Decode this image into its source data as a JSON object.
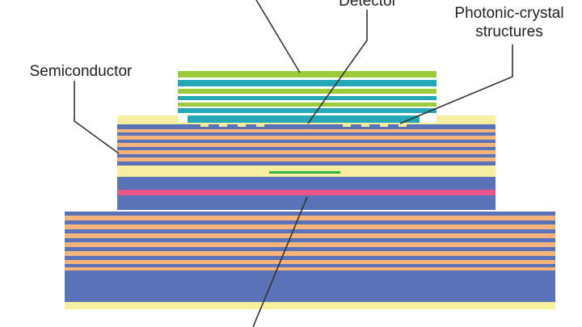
{
  "labels": {
    "detector": "Detector",
    "photonic_line1": "Photonic-crystal",
    "photonic_line2": "structures",
    "semiconductor": "Semiconductor"
  },
  "colors": {
    "background": "#ffffff",
    "blue_layer": "#5a73b8",
    "orange_layer": "#f6b47a",
    "cream_layer": "#f7eea0",
    "teal_layer": "#24a8b8",
    "green_layer": "#9ccb3a",
    "pink_layer": "#e8558a",
    "gain_line": "#2fb44a",
    "leader_line": "#333333",
    "label_text": "#222222"
  }
}
